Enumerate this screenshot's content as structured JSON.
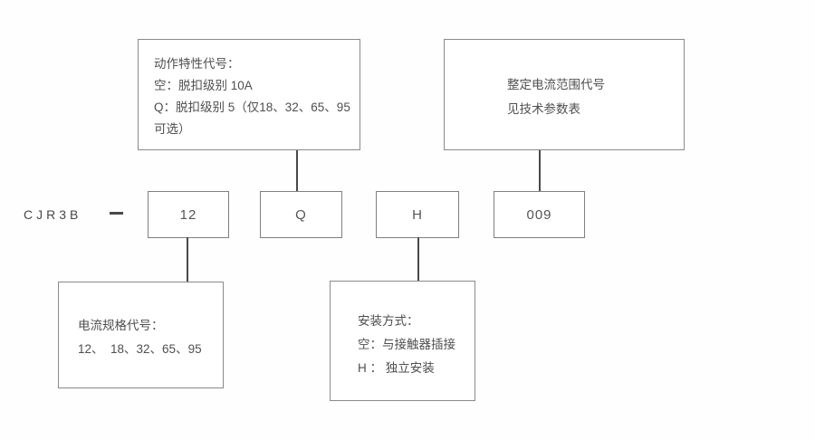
{
  "model": {
    "prefix": "CJR3B",
    "separator": "—",
    "segments": [
      {
        "code": "12"
      },
      {
        "code": "Q"
      },
      {
        "code": "H"
      },
      {
        "code": "009"
      }
    ]
  },
  "notes": {
    "action_characteristic": {
      "lines": [
        "动作特性代号：",
        "空：脱扣级别 10A",
        "Q：脱扣级别 5（仅18、32、65、95",
        "可选）"
      ]
    },
    "current_range": {
      "lines": [
        "整定电流范围代号",
        "见技术参数表"
      ]
    },
    "current_spec": {
      "lines": [
        "电流规格代号：",
        "12、  18、32、65、95"
      ]
    },
    "mounting": {
      "lines": [
        "安装方式：",
        "空：与接触器插接",
        "H ： 独立安装"
      ]
    }
  }
}
